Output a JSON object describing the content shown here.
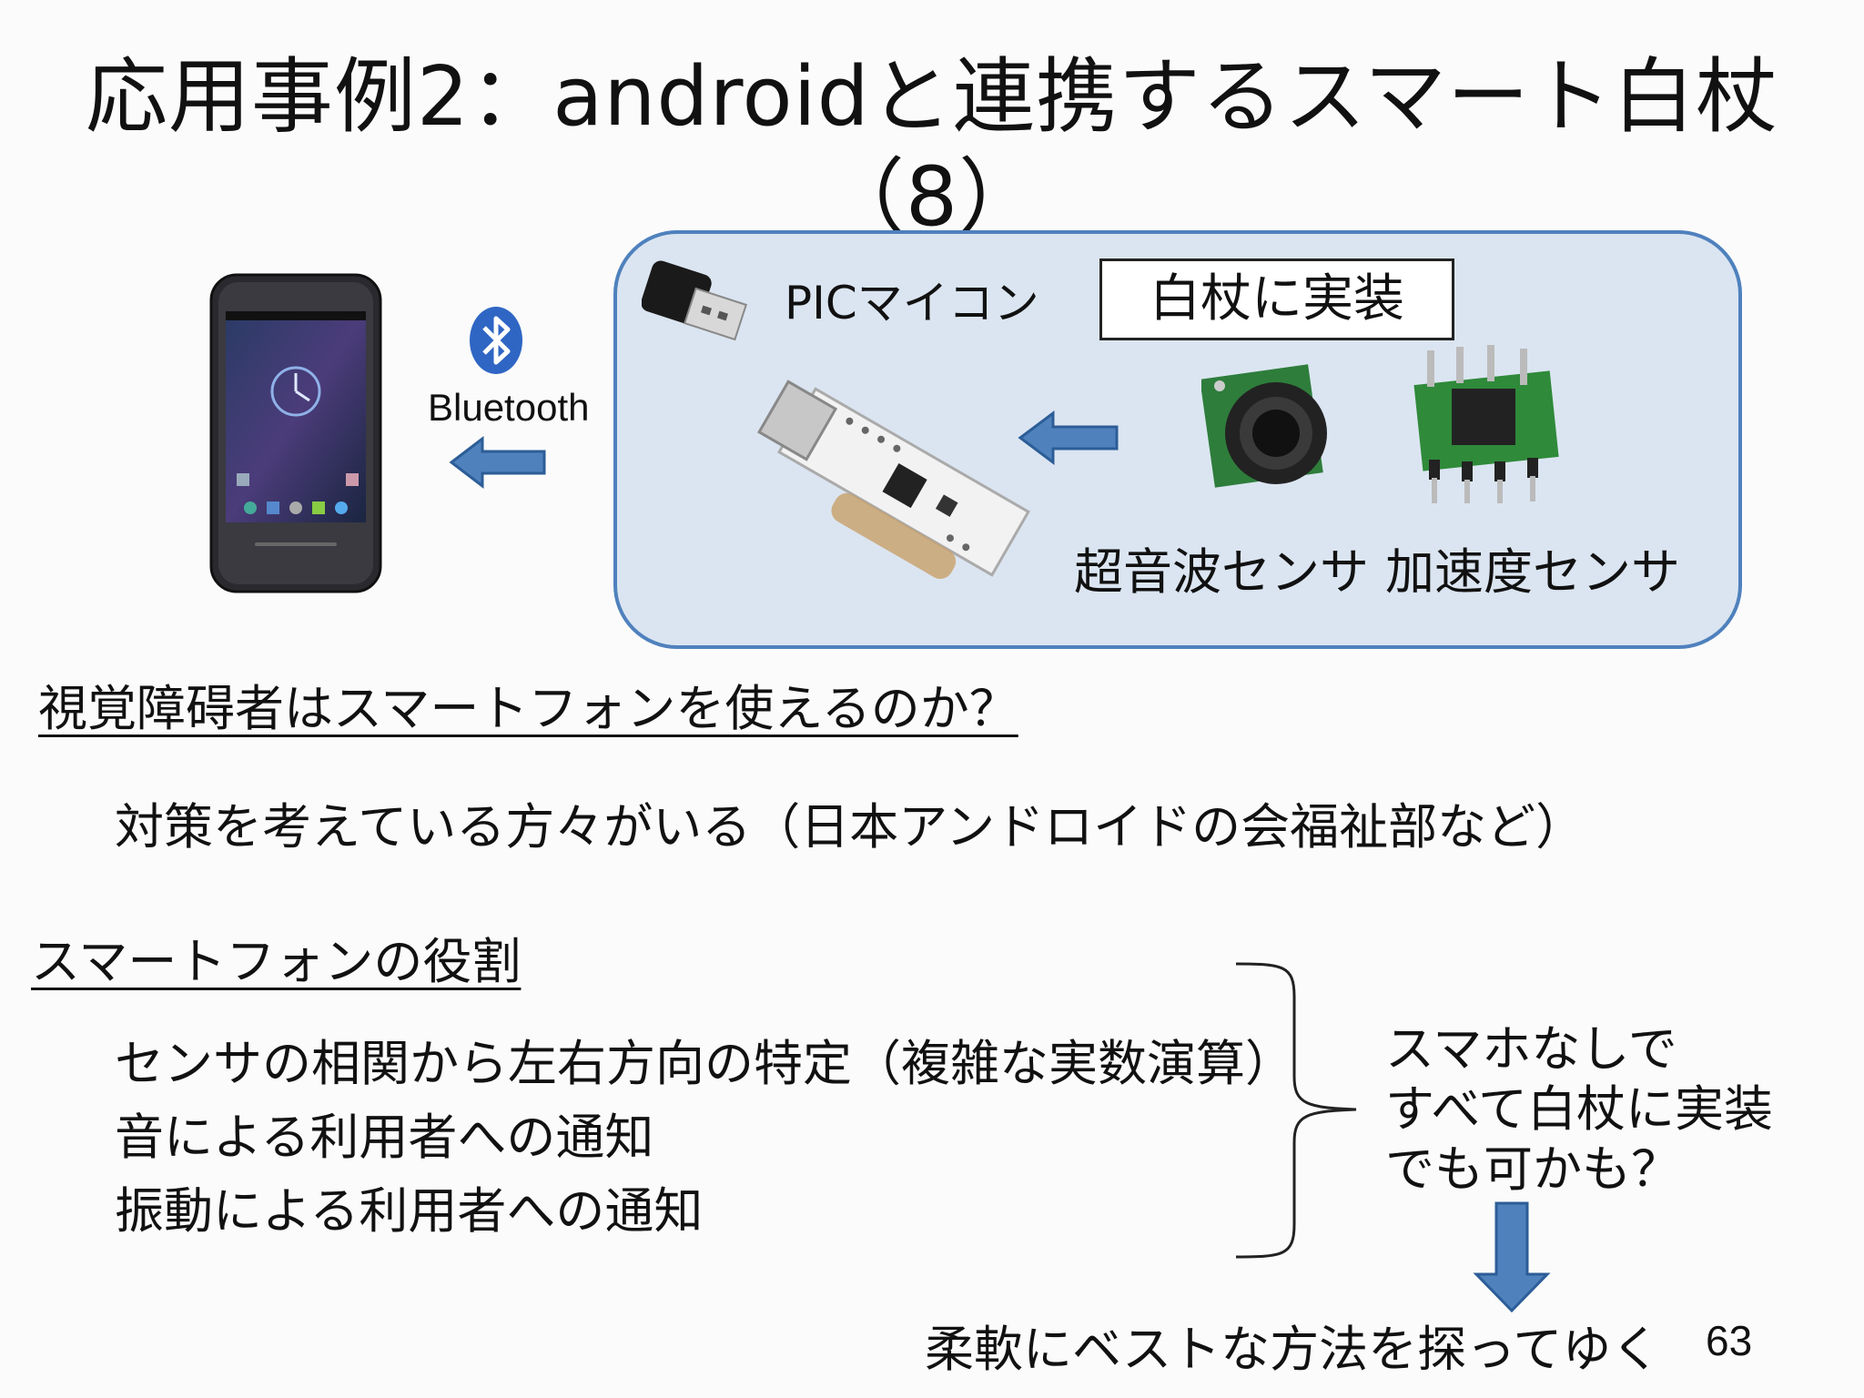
{
  "slide": {
    "title": "応用事例2：androidと連携するスマート白杖（8）",
    "page_number": "63"
  },
  "diagram": {
    "bluetooth_label": "Bluetooth",
    "pic_label": "PICマイコン",
    "implement_box": "白杖に実装",
    "ultrasonic_label": "超音波センサ",
    "accel_label": "加速度センサ"
  },
  "body": {
    "question": "視覚障碍者はスマートフォンを使えるのか？",
    "answer": "対策を考えている方々がいる（日本アンドロイドの会福祉部など）",
    "role_heading": "スマートフォンの役割",
    "roles": [
      "センサの相関から左右方向の特定（複雑な実数演算）",
      "音による利用者への通知",
      "振動による利用者への通知"
    ],
    "side_note": [
      "スマホなしで",
      "すべて白杖に実装",
      "でも可かも？"
    ],
    "conclusion": "柔軟にベストな方法を探ってゆく"
  },
  "colors": {
    "panel_fill": "#dbe5f1",
    "panel_border": "#4f81bd",
    "arrow": "#4f81bd"
  }
}
